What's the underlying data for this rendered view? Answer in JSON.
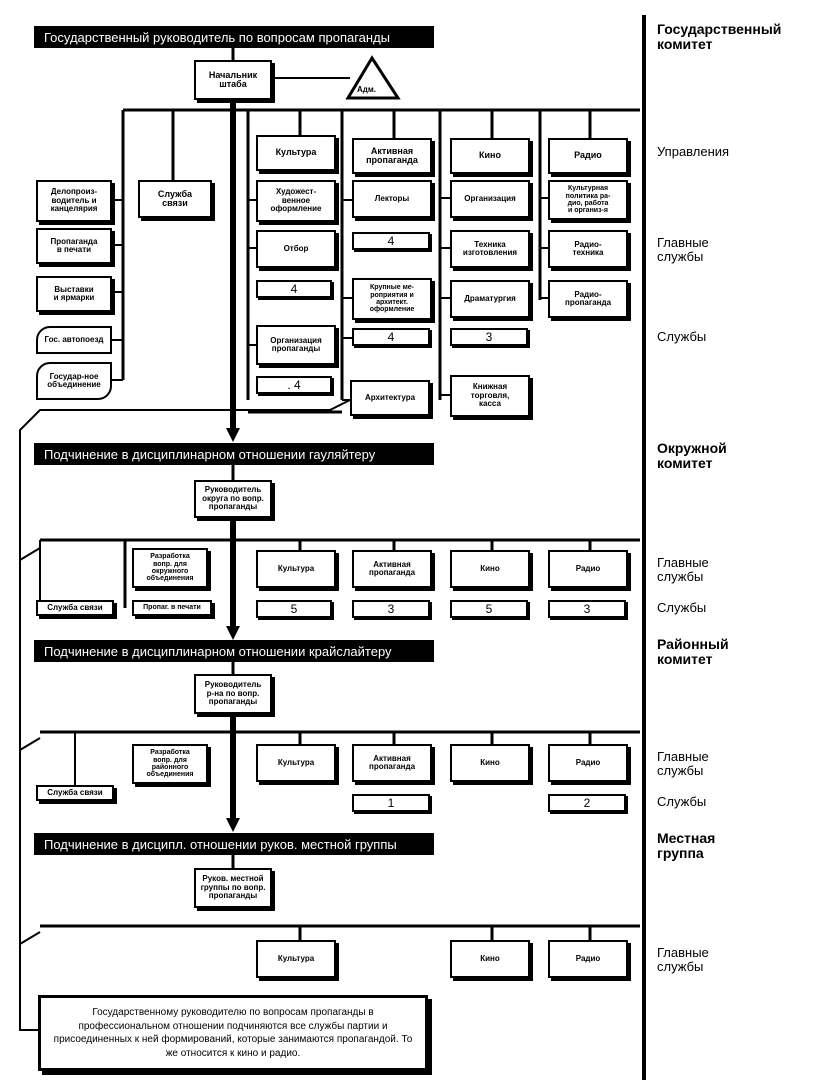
{
  "state": {
    "band": "Государственный руководитель по вопросам пропаганды",
    "chief": "Начальник\nштаба",
    "adm": "Адм.",
    "sections": [
      "Культура",
      "Активная\nпропаганда",
      "Кино",
      "Радио"
    ],
    "left_services": [
      "Делопроиз-\nводитель и\nканцелярия",
      "Пропаганда\nв печати",
      "Выставки\nи ярмарки",
      "Гос.\nавтопоезд",
      "Государ-ное\nобъединение"
    ],
    "communication": "Служба\nсвязи",
    "culture_services": [
      "Художест-\nвенное\nоформление",
      "Отбор",
      "4",
      "Организация\nпропаганды",
      ". 4",
      "Архитектура"
    ],
    "active_services": [
      "Лекторы",
      "4",
      "Крупные ме-\nроприятия и\nархитект.\nоформление",
      "4"
    ],
    "cinema_services": [
      "Организация",
      "Техника\nизготовления",
      "Драматургия",
      "3",
      "Книжная\nторговля,\nкасса"
    ],
    "radio_services": [
      "Культурная\nполитика ра-\nдио, работа\nи организ-я",
      "Радио-\nтехника",
      "Радио-\nпропаганда"
    ]
  },
  "district": {
    "band": "Подчинение в дисциплинарном отношении гауляйтеру",
    "head": "Руководитель\nокруга по вопр.\nпропаганды",
    "dev": "Разработка\nвопр. для\nокружного\nобъединения",
    "communication": "Служба связи",
    "press": "Пропаг. в печати",
    "sections": [
      "Культура",
      "Активная\nпропаганда",
      "Кино",
      "Радио"
    ],
    "counts": [
      "5",
      "3",
      "5",
      "3"
    ]
  },
  "region": {
    "band": "Подчинение в дисциплинарном отношении крайслайтеру",
    "head": "Руководитель\nр-на по вопр.\nпропаганды",
    "dev": "Разработка\nвопр. для\nрайонного\nобъединения",
    "communication": "Служба связи",
    "sections": [
      "Культура",
      "Активная\nпропаганда",
      "Кино",
      "Радио"
    ],
    "counts": [
      "1",
      "2"
    ]
  },
  "local": {
    "band": "Подчинение в дисципл. отношении руков. местной группы",
    "head": "Руков. местной\nгруппы по вопр.\nпропаганды",
    "sections": [
      "Культура",
      "Кино",
      "Радио"
    ]
  },
  "note": "Государственному руководителю по вопросам пропаганды в профессиональном отношении подчиняются все службы партии и присоединенных к ней формирований, которые занимаются пропагандой. То же относится к кино и радио.",
  "levels": {
    "state": "Государственный\nкомитет",
    "departments": "Управления",
    "main1": "Главные\nслужбы",
    "services1": "Службы",
    "district": "Окружной\nкомитет",
    "main2": "Главные\nслужбы",
    "services2": "Службы",
    "region": "Районный\nкомитет",
    "main3": "Главные\nслужбы",
    "services3": "Службы",
    "local": "Местная\nгруппа",
    "main4": "Главные\nслужбы"
  }
}
